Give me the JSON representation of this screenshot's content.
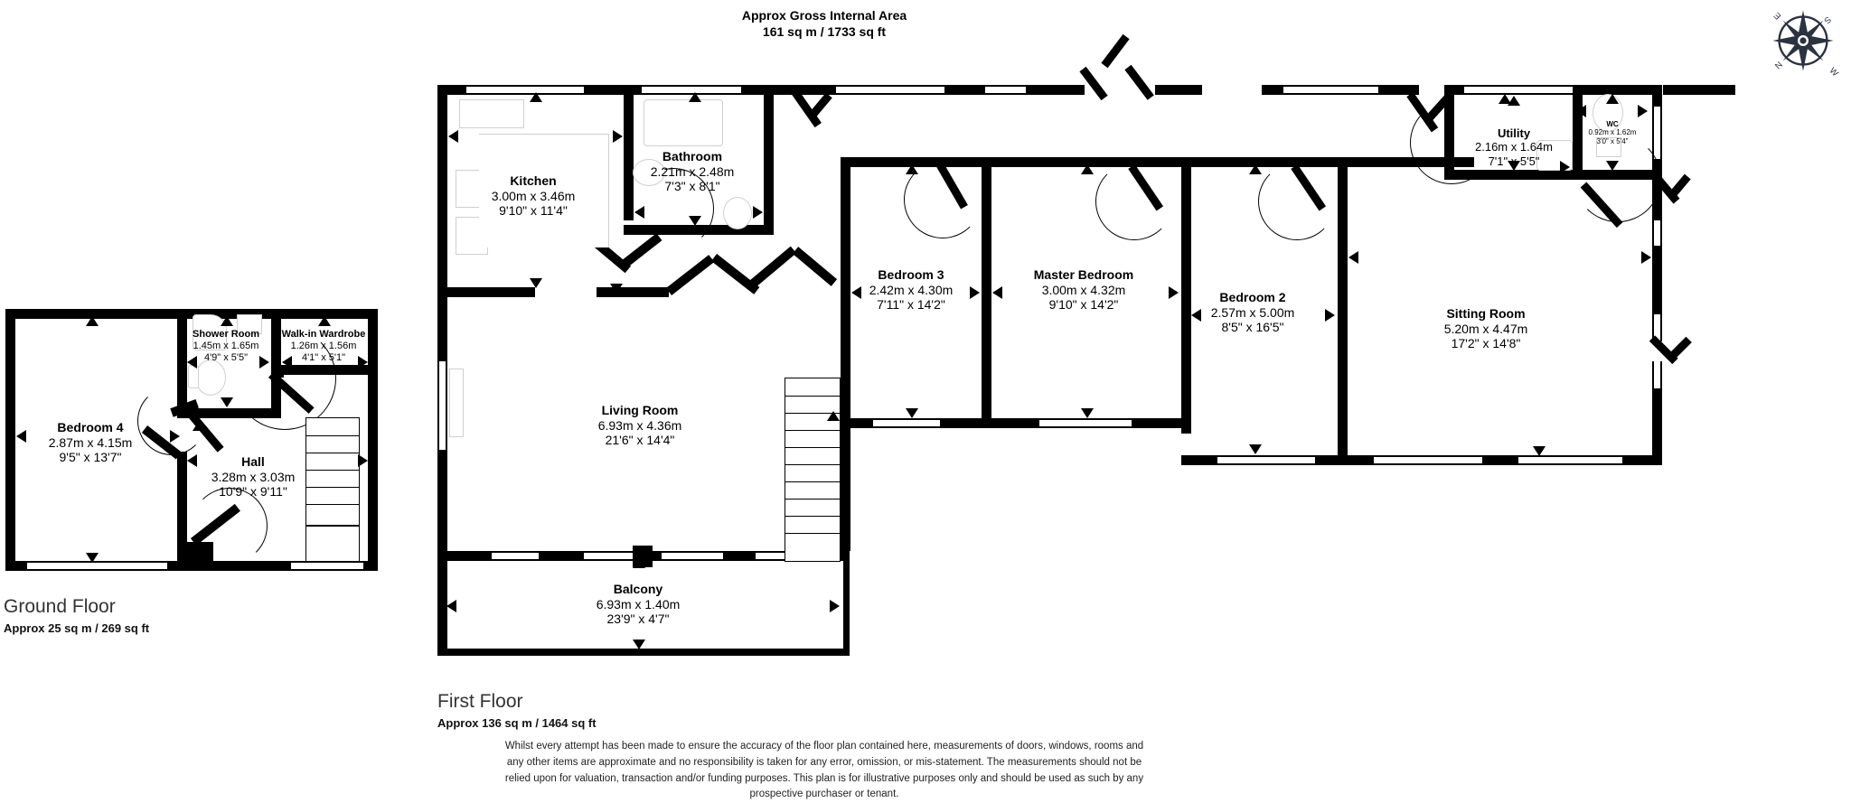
{
  "header": {
    "line1": "Approx Gross Internal Area",
    "line2": "161 sq m / 1733 sq ft"
  },
  "compass": {
    "n": "N",
    "e": "E",
    "s": "S",
    "w": "W",
    "icon": "compass-rose-icon"
  },
  "floors": [
    {
      "id": "ground",
      "name": "Ground Floor",
      "area": "Approx 25 sq m / 269 sq ft"
    },
    {
      "id": "first",
      "name": "First Floor",
      "area": "Approx 136 sq m / 1464 sq ft"
    }
  ],
  "rooms": {
    "bedroom4": {
      "name": "Bedroom 4",
      "metric": "2.87m x 4.15m",
      "imperial": "9'5\" x 13'7\""
    },
    "shower": {
      "name": "Shower Room",
      "metric": "1.45m x 1.65m",
      "imperial": "4'9\" x 5'5\""
    },
    "wardrobe": {
      "name": "Walk-in Wardrobe",
      "metric": "1.26m x 1.56m",
      "imperial": "4'1\" x 5'1\""
    },
    "hall": {
      "name": "Hall",
      "metric": "3.28m x 3.03m",
      "imperial": "10'9\" x 9'11\""
    },
    "kitchen": {
      "name": "Kitchen",
      "metric": "3.00m x 3.46m",
      "imperial": "9'10\" x 11'4\""
    },
    "bathroom": {
      "name": "Bathroom",
      "metric": "2.21m x 2.48m",
      "imperial": "7'3\" x 8'1\""
    },
    "living": {
      "name": "Living Room",
      "metric": "6.93m x 4.36m",
      "imperial": "21'6\" x 14'4\""
    },
    "balcony": {
      "name": "Balcony",
      "metric": "6.93m x 1.40m",
      "imperial": "23'9\" x 4'7\""
    },
    "bedroom3": {
      "name": "Bedroom 3",
      "metric": "2.42m x 4.30m",
      "imperial": "7'11\" x 14'2\""
    },
    "master": {
      "name": "Master Bedroom",
      "metric": "3.00m x 4.32m",
      "imperial": "9'10\" x 14'2\""
    },
    "bedroom2": {
      "name": "Bedroom 2",
      "metric": "2.57m x 5.00m",
      "imperial": "8'5\" x 16'5\""
    },
    "sitting": {
      "name": "Sitting Room",
      "metric": "5.20m x 4.47m",
      "imperial": "17'2\" x 14'8\""
    },
    "utility": {
      "name": "Utility",
      "metric": "2.16m x 1.64m",
      "imperial": "7'1\" x 5'5\""
    },
    "wc": {
      "name": "WC",
      "metric": "0.92m x 1.62m",
      "imperial": "3'0\" x 5'4\""
    }
  },
  "disclaimer": {
    "l1": "Whilst every attempt has been made to ensure the accuracy of the floor plan contained here, measurements of doors, windows, rooms and",
    "l2": "any other items are approximate and no responsibility is taken for any error, omission, or mis-statement. The measurements should not be",
    "l3": "relied upon for valuation, transaction and/or funding purposes. This plan is for illustrative purposes only and should be used as such by any",
    "l4": "prospective purchaser or tenant."
  },
  "colors": {
    "wall": "#000000",
    "paper": "#ffffff",
    "fixture": "#cfcfcf",
    "text": "#000000"
  }
}
